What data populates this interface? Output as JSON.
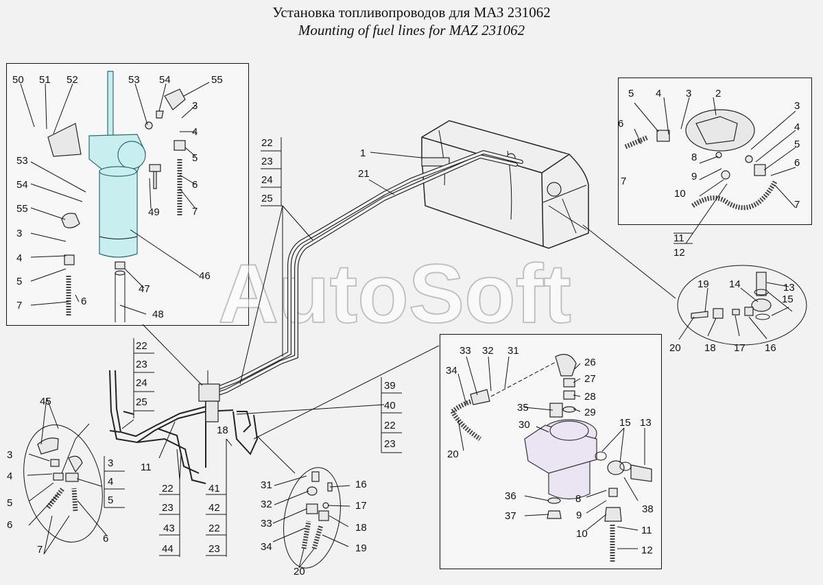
{
  "title": {
    "ru": "Установка топливопроводов для МАЗ 231062",
    "en": "Mounting of  fuel lines for MAZ 231062"
  },
  "watermark": "AutoSoft",
  "colors": {
    "filter_bowl": "#c8eef0",
    "separator": "#ebe4f3",
    "lines": "#111111"
  },
  "callouts": {
    "filter_box": [
      "50",
      "51",
      "52",
      "53",
      "54",
      "55",
      "3",
      "4",
      "5",
      "6",
      "7",
      "53",
      "54",
      "55",
      "3",
      "4",
      "5",
      "6",
      "7",
      "49",
      "46",
      "47",
      "48"
    ],
    "tank_box": [
      "5",
      "4",
      "3",
      "2",
      "6",
      "7",
      "8",
      "9",
      "10",
      "3",
      "4",
      "5",
      "6",
      "7"
    ],
    "tank_box_stack": [
      "11",
      "12"
    ],
    "fitting_circle": [
      "19",
      "14",
      "13",
      "15",
      "20",
      "18",
      "17",
      "16"
    ],
    "separator_box": [
      "33",
      "32",
      "31",
      "26",
      "34",
      "27",
      "28",
      "29",
      "35",
      "30",
      "15",
      "13",
      "20",
      "8",
      "38",
      "36",
      "9",
      "37",
      "10",
      "11",
      "12"
    ],
    "left_circle": [
      "45",
      "3",
      "4",
      "5",
      "6",
      "7",
      "6"
    ],
    "left_stack": [
      "3",
      "4",
      "5"
    ],
    "bottom_circle": [
      "31",
      "16",
      "32",
      "17",
      "33",
      "18",
      "34",
      "19",
      "20"
    ],
    "main": [
      "1",
      "21",
      "11",
      "18"
    ],
    "stack_main_top": [
      "22",
      "23",
      "24",
      "25"
    ],
    "stack_mid": [
      "22",
      "23",
      "24",
      "25"
    ],
    "stack_right": [
      "39",
      "40",
      "22",
      "23"
    ],
    "stack_bottom_a": [
      "22",
      "23",
      "43",
      "44"
    ],
    "stack_bottom_b": [
      "41",
      "42",
      "22",
      "23"
    ]
  }
}
